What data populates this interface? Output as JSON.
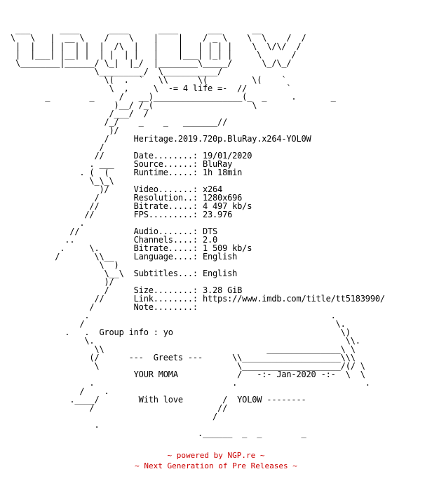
{
  "nfo_lines": [
    "  ___      ____      ____      ____      ___      __",
    " \\   \\   |  __ \\    /    \\    |    |    / _ \\    \\  \\    /  /",
    "  |  |   | |  | |  |  /\\  |   |    |   | | | |    \\  \\/\\/  /",
    "  |  |___| |__| |  | |  | |   |    |___| |_| |     \\      /",
    "  \\________|______/ \\_|  |_/  |________\\_____/      \\_/\\_/",
    "                  \\_________/  \\___________/",
    "                    \\(  .  `   \\\\      \\(         \\(    `",
    "                     \\  ,     \\  -= 4 life =-  //        `",
    "        _        _     /   __)__________________(_  _     .       _",
    "                      )__/ /_(                    \\",
    "                     /___/  /",
    "                    /_/    _    _   _______//",
    "                     )/",
    "                    /     Heritage.2019.720p.BluRay.x264-YOL0W",
    "                   /",
    "                  //      Date........: 19/01/2020",
    "                 . ___    Source......: BluRay",
    "               . (  (     Runtime.....: 1h 18min",
    "                 \\_\\_\\",
    "                   )/     Video.......: x264",
    "                  /       Resolution..: 1280x696",
    "                 //       Bitrate.....: 4 497 kb/s",
    "                //        FPS.........: 23.976",
    "               .",
    "             //           Audio.......: DTS",
    "            ..            Channels....: 2.0",
    "           .     \\.       Bitrate.....: 1 509 kb/s",
    "          /       \\\\__    Language....: English",
    "                   \\  )",
    "                    \\__\\  Subtitles...: English",
    "                    )/",
    "                    /     Size........: 3.28 GiB",
    "                  //      Link........: https://www.imdb.com/title/tt5183990/",
    "                 /        Note........:",
    "                .                                                 .",
    "               /                                                   \\.",
    "            .   .  Group info : yo                                  \\)",
    "                \\.                                                   \\\\.",
    "                  \\\\                                 _______________\\ \\",
    "                 (/      ---  Greets ---      \\\\____________________\\\\\\",
    "                  \\                            \\____________________/(/ \\",
    "                          YOUR MOMA            /   -:- Jan-2020 -:-  \\  \\",
    "                 .                            .                          .",
    "               /    .",
    "             .____/        With love        /  YOL0W --------",
    "                 /                         //",
    "                                          /",
    "                  .",
    "                                       .______  _  _        _"
  ],
  "footer": {
    "line1": "~ powered by NGP.re ~",
    "line2": "~ Next Generation of Pre Releases ~"
  },
  "colors": {
    "text": "#000000",
    "footer": "#cc0000",
    "background": "#ffffff"
  }
}
